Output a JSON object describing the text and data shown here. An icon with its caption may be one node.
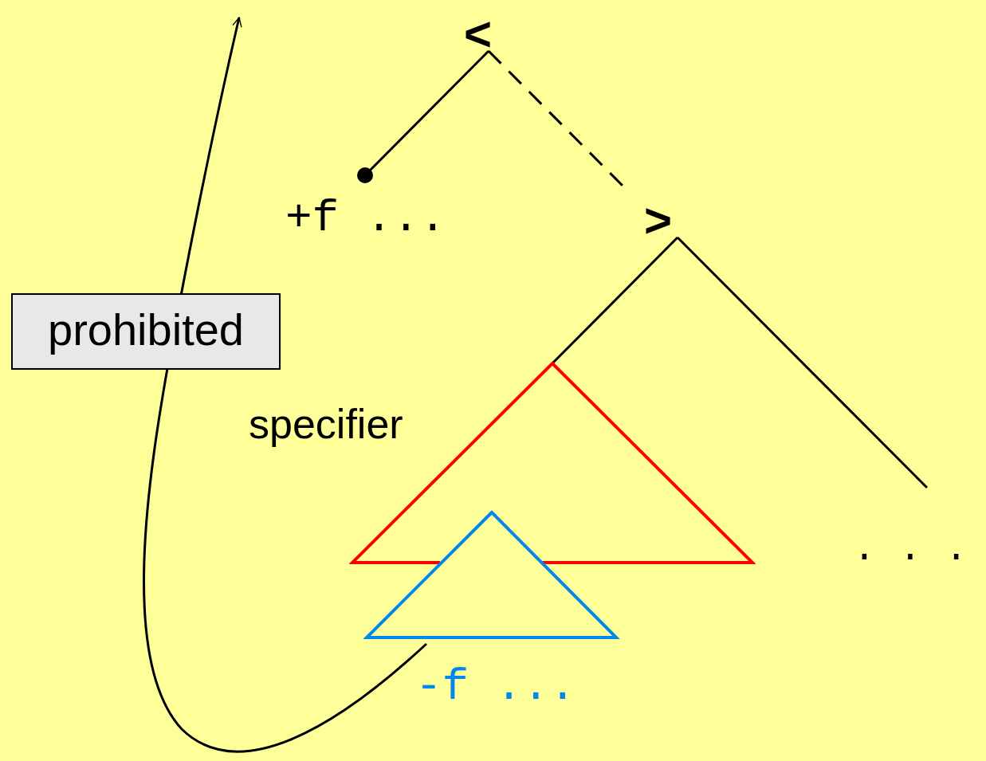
{
  "diagram": {
    "nodes": [
      {
        "text": [
          "<"
        ]
      },
      {
        "text": [
          "+f ..."
        ]
      },
      {
        "text": [
          ">"
        ]
      },
      {
        "text": [],
        "shape": "triangle"
      },
      {
        "text": [
          ". . ."
        ]
      },
      {
        "text": [
          "-f ..."
        ]
      }
    ],
    "edges": [
      {
        "from": 0,
        "to": 1,
        "arrow": "other"
      },
      {
        "from": 0,
        "to": 2,
        "arrow": "none",
        "style": "dashed"
      },
      {
        "from": 2,
        "to": 3,
        "arrow": "none"
      },
      {
        "from": 2,
        "to": 4,
        "arrow": "none"
      },
      {
        "from": 5,
        "to": null,
        "arrow": "to",
        "label": "prohibited"
      }
    ],
    "labels": [
      "specifier"
    ]
  }
}
